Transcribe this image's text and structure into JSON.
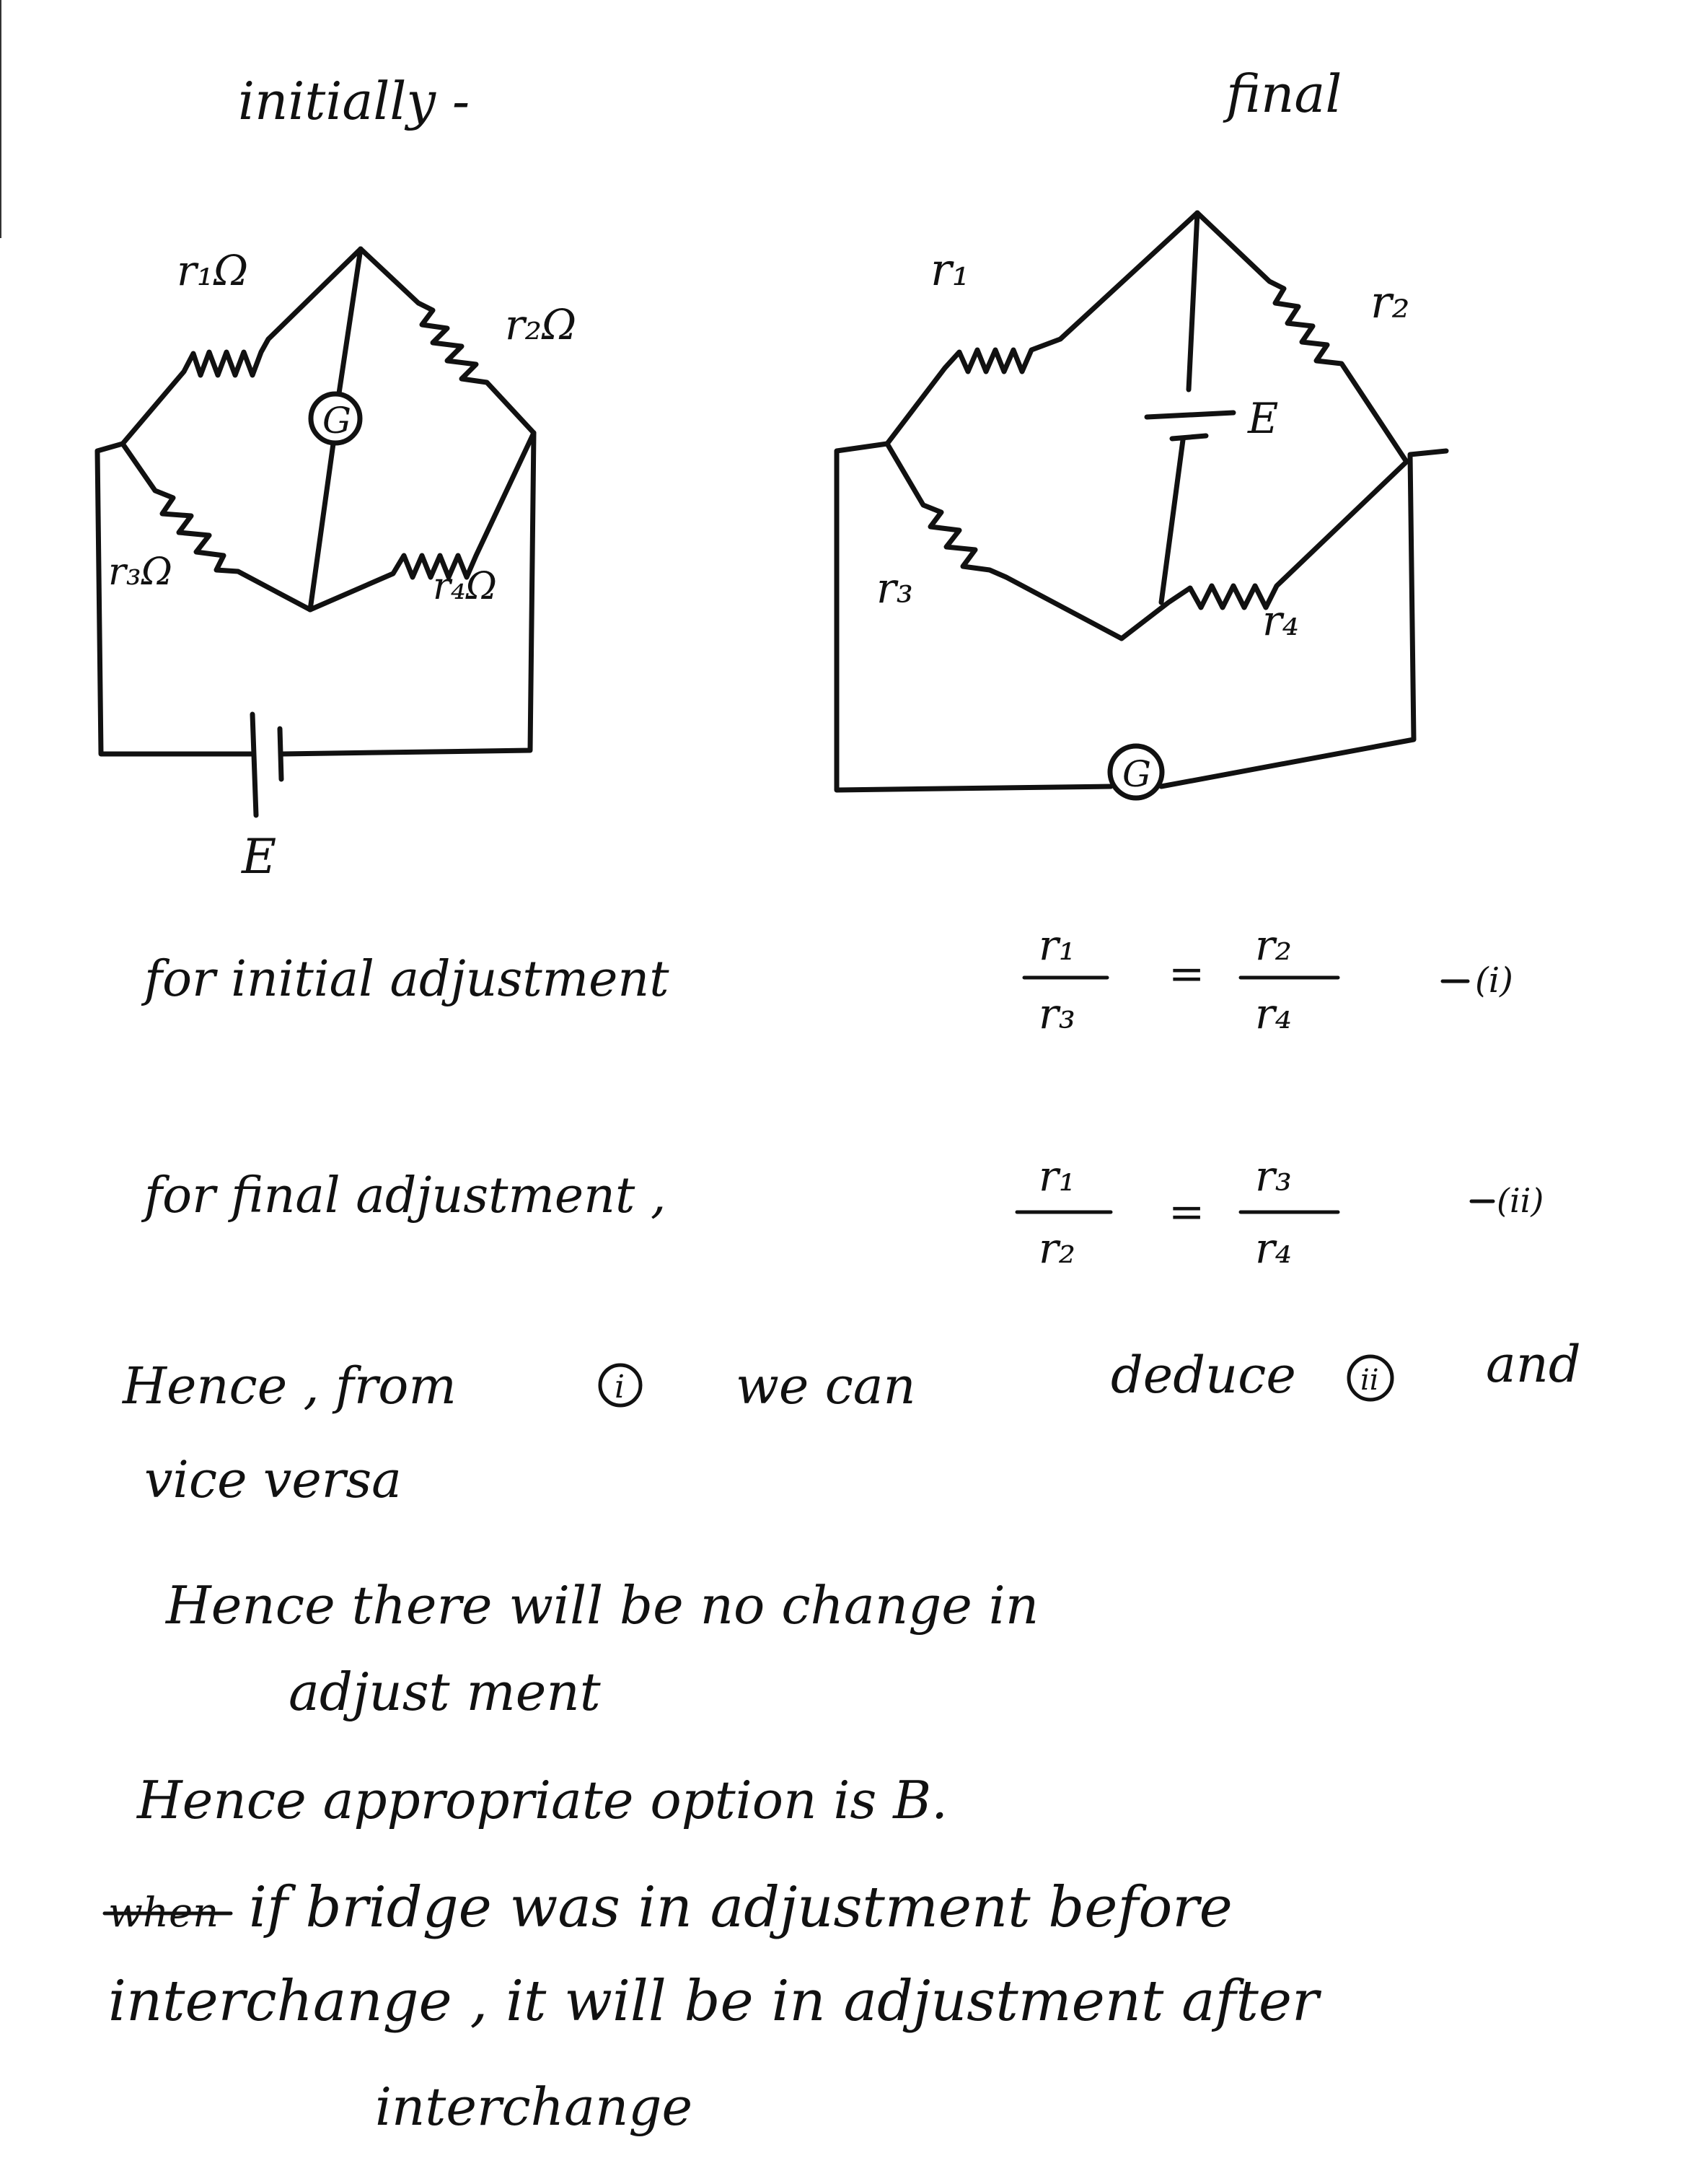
{
  "headings": {
    "initial": "initially -",
    "final": "final"
  },
  "initial_circuit": {
    "r1": "r₁Ω",
    "r2": "r₂Ω",
    "r3": "r₃Ω",
    "r4": "r₄Ω",
    "galvanometer": "G",
    "battery": "E"
  },
  "final_circuit": {
    "r1": "r₁",
    "r2": "r₂",
    "r3": "r₃",
    "r4": "r₄",
    "galvanometer": "G",
    "battery": "E"
  },
  "equations": {
    "eq1": {
      "label": "for initial adjustment",
      "lhs_num": "r₁",
      "lhs_den": "r₃",
      "rhs_num": "r₂",
      "rhs_den": "r₄",
      "tag": "(i)"
    },
    "eq2": {
      "label": "for final adjustment ,",
      "lhs_num": "r₁",
      "lhs_den": "r₂",
      "rhs_num": "r₃",
      "rhs_den": "r₄",
      "tag": "(ii)"
    }
  },
  "lines": {
    "hence_from": "Hence , from",
    "circle_i": "i",
    "we_can": "we can",
    "deduce": "deduce",
    "circle_ii": "ii",
    "and": "and",
    "vice_versa": "vice versa",
    "no_change_1": "Hence there will be no change in",
    "no_change_2": "adjust ment",
    "option": "Hence appropriate option is B.",
    "struck_word": "when",
    "conclusion_1": "if bridge was in adjustment before",
    "conclusion_2": "interchange , it will be in adjustment after",
    "conclusion_3": "interchange"
  },
  "colors": {
    "ink": "#111111",
    "paper": "#ffffff"
  }
}
